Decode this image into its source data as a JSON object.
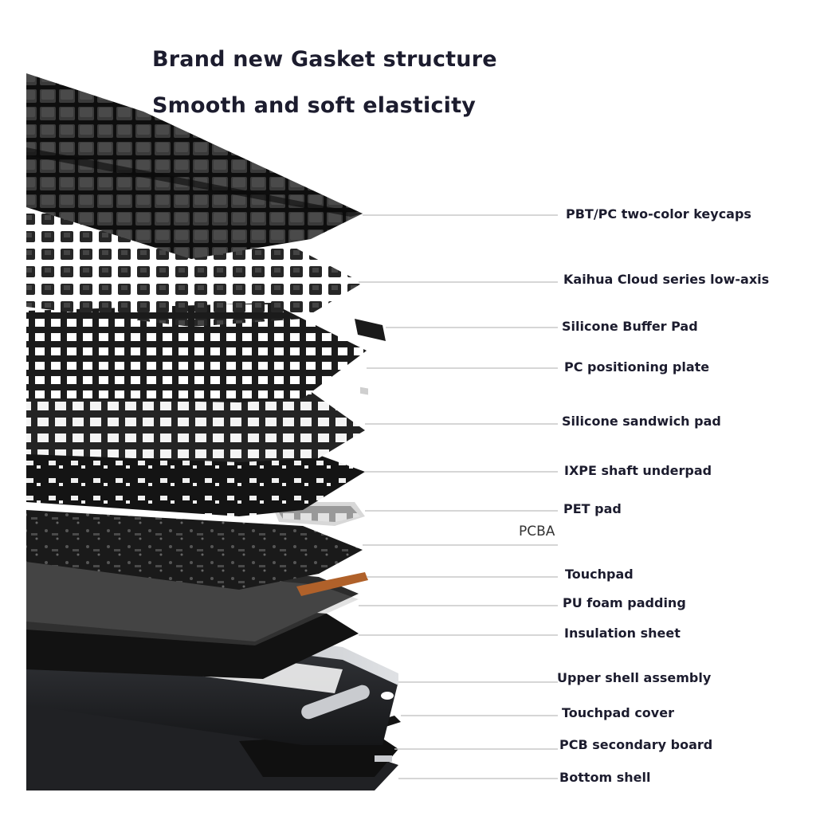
{
  "title": "Brand new Gasket structure",
  "subtitle": "Smooth and soft elasticity",
  "layers": [
    {
      "label": "PBT/PC two-color keycaps"
    },
    {
      "label": "Kaihua Cloud series low-axis"
    },
    {
      "label": "Silicone Buffer Pad"
    },
    {
      "label": "PC positioning plate"
    },
    {
      "label": "Silicone sandwich pad"
    },
    {
      "label": "IXPE shaft underpad"
    },
    {
      "label": "PET pad"
    },
    {
      "label": "PCBA"
    },
    {
      "label": "Touchpad"
    },
    {
      "label": "PU foam padding"
    },
    {
      "label": "Insulation sheet"
    },
    {
      "label": "Upper shell assembly"
    },
    {
      "label": "Touchpad cover"
    },
    {
      "label": "PCB secondary board"
    },
    {
      "label": "Bottom shell"
    }
  ],
  "colors": {
    "text": "#1c1c2e",
    "leader_line": "#c8c8c8",
    "layer_dark": "#1e1e1e",
    "touchpad_copper": "#b0612a",
    "shell_silver": "#c9cbcf"
  }
}
